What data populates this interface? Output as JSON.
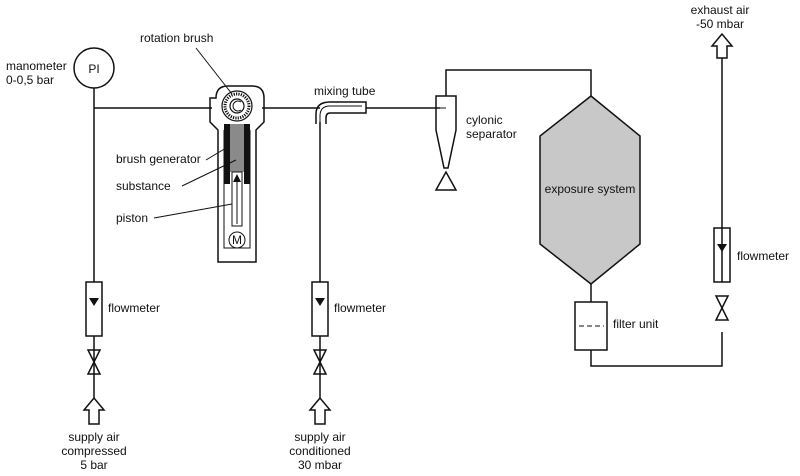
{
  "labels": {
    "manometer_line1": "manometer",
    "manometer_line2": "0-0,5 bar",
    "manometer_symbol": "PI",
    "rotation_brush": "rotation brush",
    "mixing_tube": "mixing tube",
    "cyclonic_line1": "cylonic",
    "cyclonic_line2": "separator",
    "brush_generator": "brush generator",
    "substance": "substance",
    "piston": "piston",
    "motor_symbol": "M",
    "exposure_system": "exposure system",
    "flowmeter_left": "flowmeter",
    "flowmeter_mid": "flowmeter",
    "flowmeter_right": "flowmeter",
    "filter_unit": "filter unit",
    "exhaust_line1": "exhaust air",
    "exhaust_line2": "-50 mbar",
    "supply_left_line1": "supply air",
    "supply_left_line2": "compressed",
    "supply_left_line3": "5 bar",
    "supply_mid_line1": "supply air",
    "supply_mid_line2": "conditioned",
    "supply_mid_line3": "30 mbar"
  }
}
